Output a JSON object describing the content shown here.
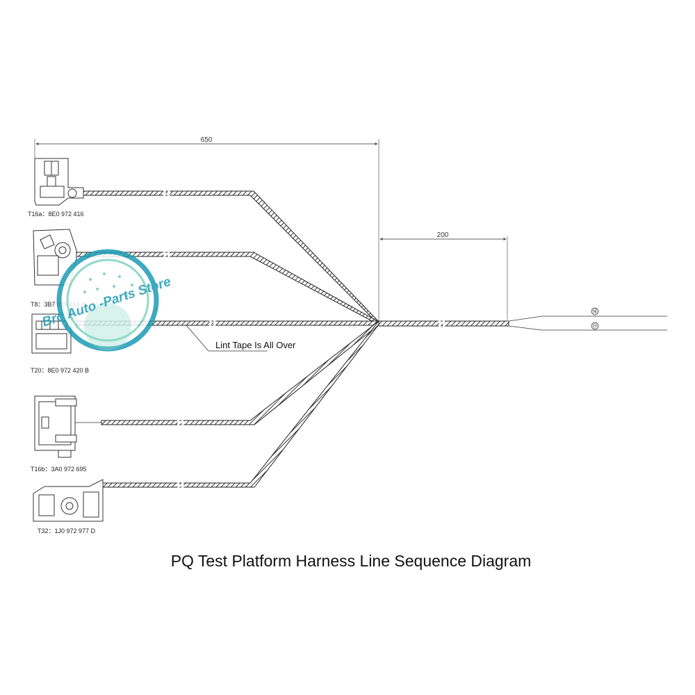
{
  "title": "PQ Test Platform Harness Line Sequence Diagram",
  "dimensions": {
    "overall": "650",
    "trunk": "200"
  },
  "connectors": [
    {
      "id": "t16a",
      "label": "T16a：8E0 972 416"
    },
    {
      "id": "t8",
      "label": "T8：3B7 035 444 A"
    },
    {
      "id": "t20",
      "label": "T20：8E0 972 420 B"
    },
    {
      "id": "t16b",
      "label": "T16b：3A0 972 695"
    },
    {
      "id": "t32",
      "label": "T32：1J0 972 977 D"
    }
  ],
  "note": "Lint Tape Is All Over",
  "wire_ends": [
    "⑯",
    "⑰"
  ],
  "watermark": {
    "text": "Bro Auto -Parts Store",
    "colors": {
      "primary": "#1d9cb5",
      "accent": "#7dd3c0"
    }
  }
}
